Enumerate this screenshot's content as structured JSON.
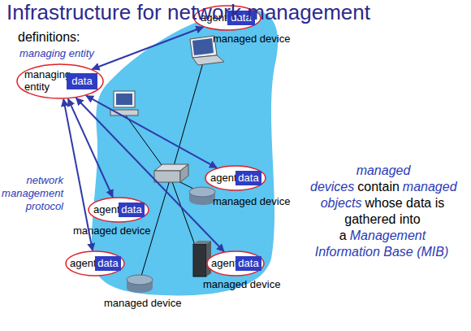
{
  "diagram": {
    "title": "Infrastructure for network management",
    "nodes": [
      {
        "text": [
          "agent"
        ]
      },
      {
        "text": [
          "data"
        ],
        "in": 0
      },
      {
        "text": [
          "managing entity"
        ]
      },
      {
        "text": [
          "data"
        ],
        "in": 2
      },
      {
        "text": [
          "agent"
        ]
      },
      {
        "text": [
          "data"
        ],
        "in": 4
      },
      {
        "text": [
          "agent"
        ]
      },
      {
        "text": [
          "data"
        ],
        "in": 6
      },
      {
        "text": [
          "agent"
        ]
      },
      {
        "text": [
          "data"
        ],
        "in": 8
      },
      {
        "text": [
          "agent"
        ]
      },
      {
        "text": [
          "data"
        ],
        "in": 10
      }
    ],
    "edges": [
      {
        "from": 2,
        "to": 0,
        "arrow": "both"
      },
      {
        "from": 2,
        "to": 4,
        "arrow": "both"
      },
      {
        "from": 2,
        "to": 6,
        "arrow": "both"
      },
      {
        "from": 2,
        "to": 8,
        "arrow": "both"
      },
      {
        "from": 2,
        "to": 10,
        "arrow": "both"
      }
    ],
    "labels": [
      "definitions:",
      "managing entity",
      "network management protocol",
      "managed device",
      "managed device",
      "managed device",
      "managed device",
      "managed device",
      "managed devices",
      "contain",
      "managed objects",
      "whose data is gathered into a",
      "Management Information Base (MIB)"
    ]
  }
}
